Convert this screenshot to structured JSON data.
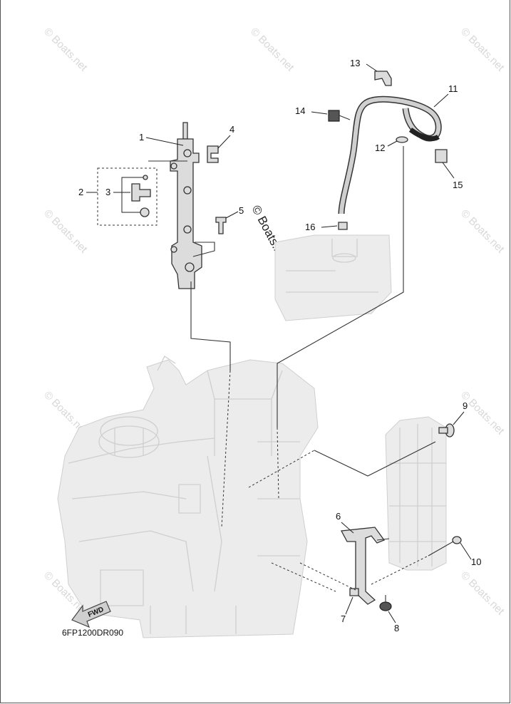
{
  "diagram_code": "6FP1200DR090",
  "fwd_label": "FWD",
  "watermark_small": "© Boats.net",
  "watermark_large": "© Boats.net",
  "callouts": [
    "1",
    "2",
    "3",
    "4",
    "5",
    "6",
    "7",
    "8",
    "9",
    "10",
    "11",
    "12",
    "13",
    "14",
    "15",
    "16"
  ]
}
